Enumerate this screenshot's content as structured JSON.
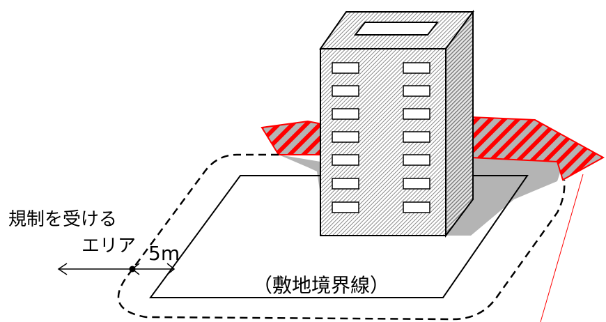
{
  "labels": {
    "regulated_area_line1": "規制を受ける",
    "regulated_area_line2": "エリア",
    "distance": "5m",
    "site_boundary": "（敷地境界線）"
  },
  "colors": {
    "hatch_red": "#ff0000",
    "shadow_gray": "#b4b4b4",
    "line_black": "#000000"
  }
}
